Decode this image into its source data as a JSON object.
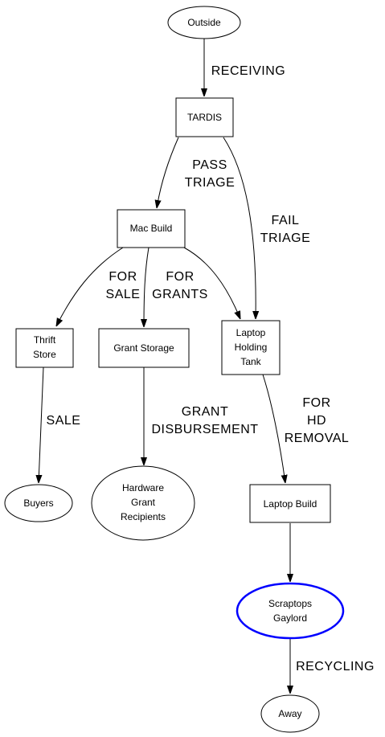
{
  "colors": {
    "stroke": "#000000",
    "highlight": "#0000ff",
    "background": "#ffffff"
  },
  "nodes": {
    "outside": {
      "lines": [
        "Outside"
      ]
    },
    "tardis": {
      "lines": [
        "TARDIS"
      ]
    },
    "mac_build": {
      "lines": [
        "Mac Build"
      ]
    },
    "thrift_store": {
      "lines": [
        "Thrift",
        "Store"
      ]
    },
    "grant_storage": {
      "lines": [
        "Grant Storage"
      ]
    },
    "laptop_holding_tank": {
      "lines": [
        "Laptop",
        "Holding",
        "Tank"
      ]
    },
    "buyers": {
      "lines": [
        "Buyers"
      ]
    },
    "hardware_grant_recipients": {
      "lines": [
        "Hardware",
        "Grant",
        "Recipients"
      ]
    },
    "laptop_build": {
      "lines": [
        "Laptop Build"
      ]
    },
    "scraptops_gaylord": {
      "lines": [
        "Scraptops",
        "Gaylord"
      ]
    },
    "away": {
      "lines": [
        "Away"
      ]
    }
  },
  "edges": {
    "receiving": {
      "from": "Outside",
      "to": "TARDIS",
      "lines": [
        "RECEIVING"
      ]
    },
    "pass_triage": {
      "from": "TARDIS",
      "to": "Mac Build",
      "lines": [
        "PASS",
        "TRIAGE"
      ]
    },
    "fail_triage": {
      "from": "TARDIS",
      "to": "Laptop Holding Tank",
      "lines": [
        "FAIL",
        "TRIAGE"
      ]
    },
    "for_sale": {
      "from": "Mac Build",
      "to": "Thrift Store",
      "lines": [
        "FOR",
        "SALE"
      ]
    },
    "for_grants": {
      "from": "Mac Build",
      "to": "Grant Storage",
      "lines": [
        "FOR",
        "GRANTS"
      ]
    },
    "mac_to_tank": {
      "from": "Mac Build",
      "to": "Laptop Holding Tank",
      "lines": []
    },
    "sale": {
      "from": "Thrift Store",
      "to": "Buyers",
      "lines": [
        "SALE"
      ]
    },
    "grant_disbursement": {
      "from": "Grant Storage",
      "to": "Hardware Grant Recipients",
      "lines": [
        "GRANT",
        "DISBURSEMENT"
      ]
    },
    "for_hd_removal": {
      "from": "Laptop Holding Tank",
      "to": "Laptop Build",
      "lines": [
        "FOR",
        "HD",
        "REMOVAL"
      ]
    },
    "build_to_gaylord": {
      "from": "Laptop Build",
      "to": "Scraptops Gaylord",
      "lines": []
    },
    "recycling": {
      "from": "Scraptops Gaylord",
      "to": "Away",
      "lines": [
        "RECYCLING"
      ]
    }
  }
}
